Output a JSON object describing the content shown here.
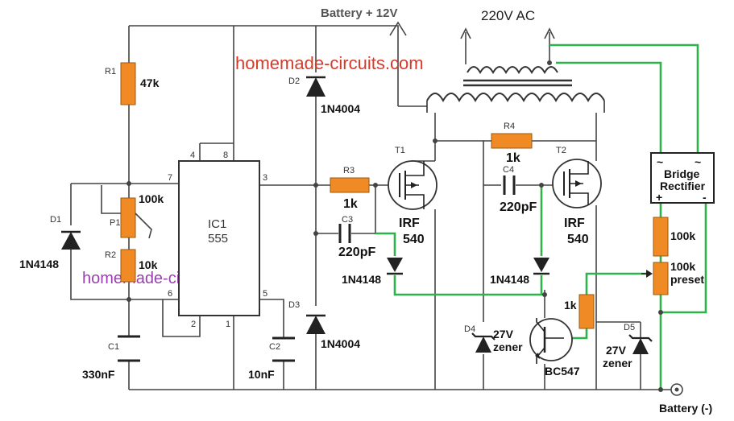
{
  "watermarks": {
    "top": "homemade-circuits.com",
    "bottom": "homemade-circuits.com"
  },
  "supply": {
    "battery_plus": "Battery + 12V",
    "ac": "220V AC",
    "battery_minus": "Battery (-)"
  },
  "ic": {
    "name": "IC1",
    "part": "555",
    "pins": [
      "4",
      "8",
      "7",
      "3",
      "6",
      "2",
      "1",
      "5"
    ]
  },
  "components": {
    "r1": {
      "ref": "R1",
      "value": "47k"
    },
    "p1": {
      "ref": "P1",
      "value": "100k"
    },
    "r2": {
      "ref": "R2",
      "value": "10k"
    },
    "d1": {
      "ref": "D1",
      "value": "1N4148"
    },
    "c1": {
      "ref": "C1",
      "value": "330nF"
    },
    "c2": {
      "ref": "C2",
      "value": "10nF"
    },
    "d2": {
      "ref": "D2",
      "value": "1N4004"
    },
    "d3": {
      "ref": "D3",
      "value": "1N4004"
    },
    "r3": {
      "ref": "R3",
      "value": "1k"
    },
    "c3": {
      "ref": "C3",
      "value": "220pF"
    },
    "r4": {
      "ref": "R4",
      "value": "1k"
    },
    "c4": {
      "ref": "C4",
      "value": "220pF"
    },
    "t1": {
      "ref": "T1",
      "value_line1": "IRF",
      "value_line2": "540"
    },
    "t2": {
      "ref": "T2",
      "value_line1": "IRF",
      "value_line2": "540"
    },
    "d_left": {
      "value": "1N4148"
    },
    "d_right": {
      "value": "1N4148"
    },
    "d4": {
      "ref": "D4",
      "value_line1": "27V",
      "value_line2": "zener"
    },
    "d5": {
      "ref": "D5",
      "value_line1": "27V",
      "value_line2": "zener"
    },
    "r_base": {
      "value": "1k"
    },
    "q": {
      "value": "BC547"
    },
    "r_fb": {
      "value": "100k"
    },
    "preset": {
      "value_line1": "100k",
      "value_line2": "preset"
    },
    "bridge": {
      "line1": "Bridge",
      "line2": "Rectifier",
      "plus": "+",
      "minus": "-",
      "ac1": "~",
      "ac2": "~"
    }
  }
}
